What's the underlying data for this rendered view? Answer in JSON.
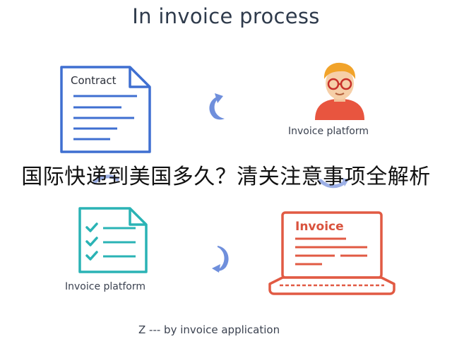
{
  "title": "In invoice process",
  "overlay_banner": "国际快递到美国多久？清关注意事项全解析",
  "nodes": {
    "contract": {
      "label": "Contract",
      "icon": "document-icon",
      "color": "#3f6fd1"
    },
    "platform_person": {
      "label": "Invoice platform",
      "icon": "person-avatar-icon",
      "color": "#e8553f"
    },
    "platform_checklist": {
      "label": "Invoice platform",
      "icon": "checklist-icon",
      "color": "#2ab3b5"
    },
    "invoice_laptop": {
      "label": "Invoice",
      "icon": "laptop-icon",
      "color": "#e15a43"
    }
  },
  "arrows": {
    "color": "#6f8fdc",
    "icon": "cycle-arrow-icon"
  },
  "footer": "Z --- by invoice application"
}
